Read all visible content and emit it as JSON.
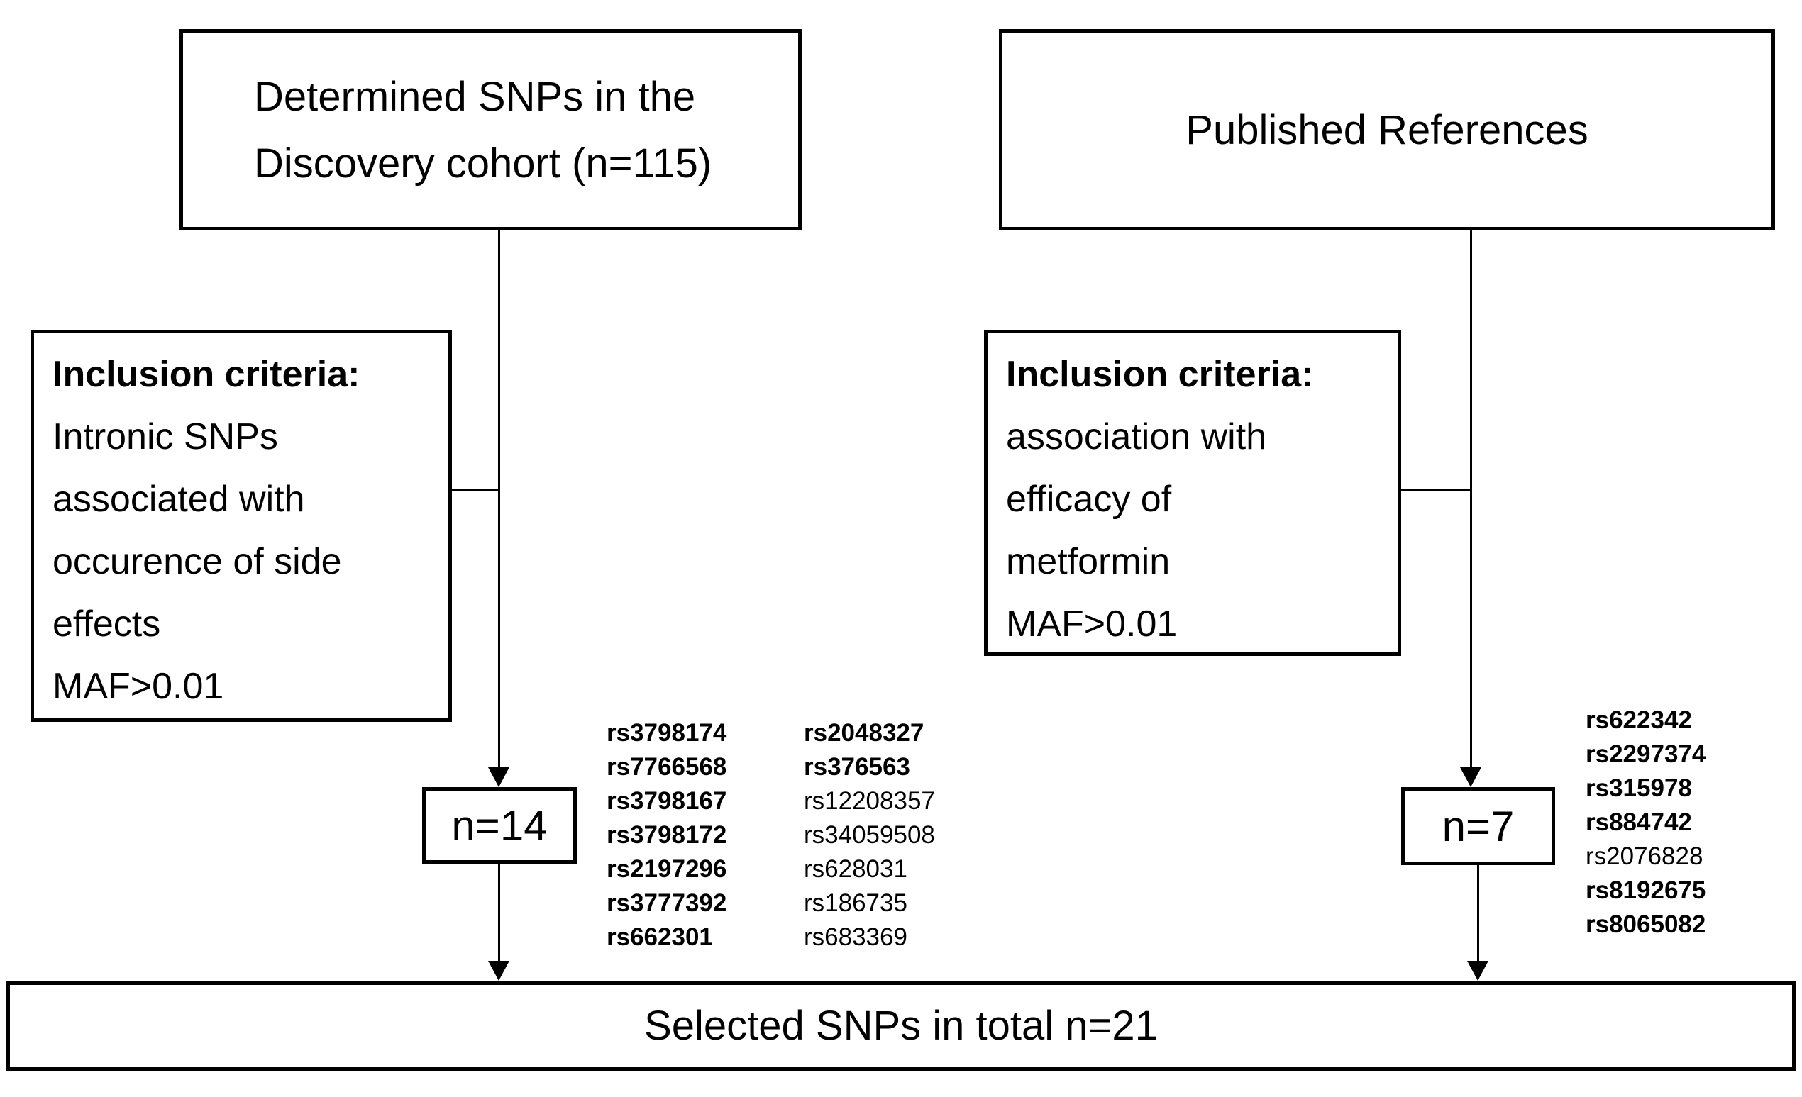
{
  "diagram": {
    "colors": {
      "background": "#ffffff",
      "line": "#000000",
      "text": "#000000"
    },
    "top_left_box": {
      "text": "Determined SNPs in the\nDiscovery cohort (n=115)"
    },
    "top_right_box": {
      "text": "Published References"
    },
    "left_criteria_box": {
      "heading": "Inclusion criteria:",
      "body": "Intronic SNPs\nassociated with\noccurence of side\neffects\nMAF>0.01"
    },
    "right_criteria_box": {
      "heading": "Inclusion criteria:",
      "body": "association with\nefficacy of\nmetformin\nMAF>0.01"
    },
    "left_count_box": {
      "label": "n=14"
    },
    "right_count_box": {
      "label": "n=7"
    },
    "total_box": {
      "label": "Selected SNPs in total n=21"
    }
  },
  "snp_lists": {
    "left_column_1": [
      {
        "id": "rs3798174",
        "bold": true
      },
      {
        "id": "rs7766568",
        "bold": true
      },
      {
        "id": "rs3798167",
        "bold": true
      },
      {
        "id": "rs3798172",
        "bold": true
      },
      {
        "id": "rs2197296",
        "bold": true
      },
      {
        "id": "rs3777392",
        "bold": true
      },
      {
        "id": "rs662301",
        "bold": true
      }
    ],
    "left_column_2": [
      {
        "id": "rs2048327",
        "bold": true
      },
      {
        "id": "rs376563",
        "bold": true
      },
      {
        "id": "rs12208357",
        "bold": false
      },
      {
        "id": "rs34059508",
        "bold": false
      },
      {
        "id": "rs628031",
        "bold": false
      },
      {
        "id": "rs186735",
        "bold": false
      },
      {
        "id": "rs683369",
        "bold": false
      }
    ],
    "right_column": [
      {
        "id": "rs622342",
        "bold": true
      },
      {
        "id": "rs2297374",
        "bold": true
      },
      {
        "id": "rs315978",
        "bold": true
      },
      {
        "id": "rs884742",
        "bold": true
      },
      {
        "id": "rs2076828",
        "bold": false
      },
      {
        "id": "rs8192675",
        "bold": true
      },
      {
        "id": "rs8065082",
        "bold": true
      }
    ]
  }
}
